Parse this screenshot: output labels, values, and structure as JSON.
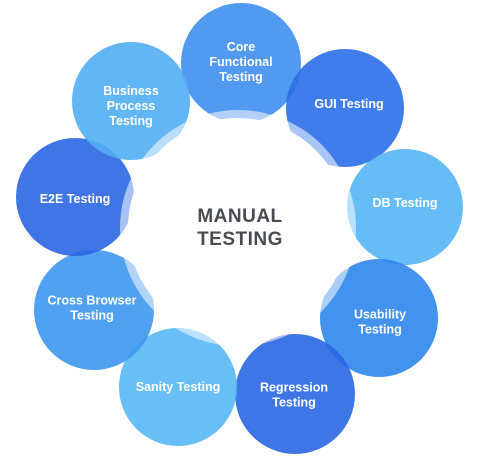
{
  "center": {
    "line1": "MANUAL",
    "line2": "TESTING"
  },
  "petals": [
    {
      "id": "core-functional-testing",
      "lines": [
        "Core",
        "Functional",
        "Testing"
      ],
      "color": "#3f8ff0"
    },
    {
      "id": "gui-testing",
      "lines": [
        "GUI Testing"
      ],
      "color": "#2c6fe8"
    },
    {
      "id": "db-testing",
      "lines": [
        "DB Testing"
      ],
      "color": "#55b6f5"
    },
    {
      "id": "usability-testing",
      "lines": [
        "Usability",
        "Testing"
      ],
      "color": "#2f86ec"
    },
    {
      "id": "regression-testing",
      "lines": [
        "Regression",
        "Testing"
      ],
      "color": "#2a67e3"
    },
    {
      "id": "sanity-testing",
      "lines": [
        "Sanity Testing"
      ],
      "color": "#57b8f5"
    },
    {
      "id": "cross-browser-testing",
      "lines": [
        "Cross Browser",
        "Testing"
      ],
      "color": "#3d97ee"
    },
    {
      "id": "e2e-testing",
      "lines": [
        "E2E Testing"
      ],
      "color": "#2a66e2"
    },
    {
      "id": "business-process-testing",
      "lines": [
        "Business",
        "Process",
        "Testing"
      ],
      "color": "#52aef3"
    }
  ]
}
